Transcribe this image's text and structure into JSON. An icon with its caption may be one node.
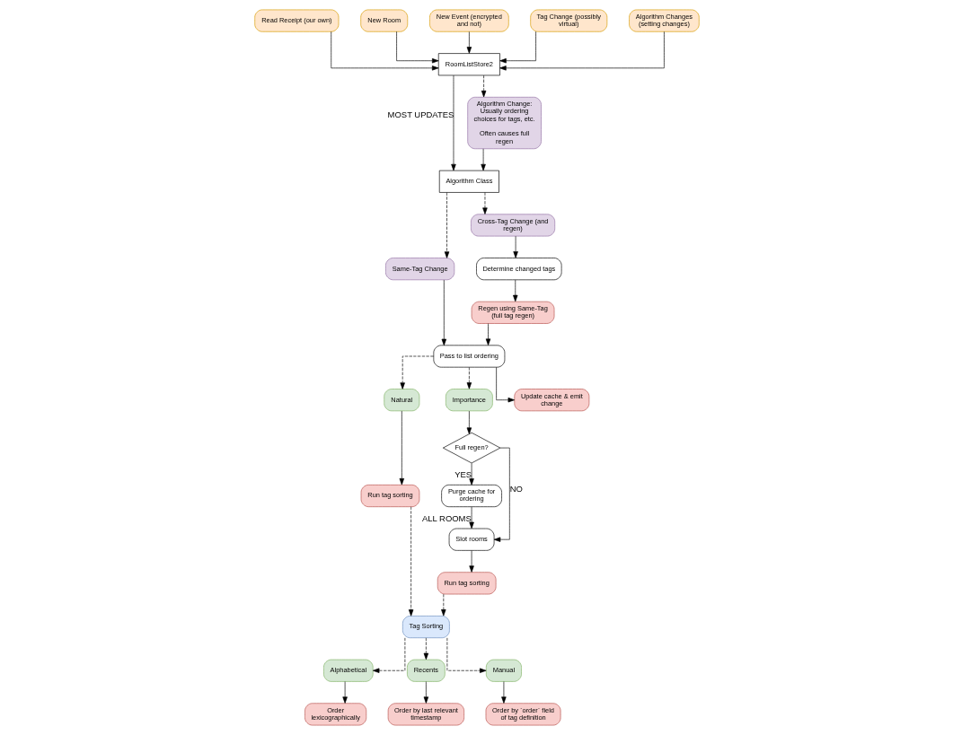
{
  "diagram": {
    "nodes": [
      {
        "text": [
          "Read Receipt (our own)"
        ]
      },
      {
        "text": [
          "New Room"
        ]
      },
      {
        "text": [
          "New Event (encrypted and not)"
        ]
      },
      {
        "text": [
          "Tag Change (possibly virtual)"
        ]
      },
      {
        "text": [
          "Algorithm Changes (setting changes)"
        ]
      },
      {
        "text": [
          "RoomListStore2"
        ]
      },
      {
        "text": [
          "Algorithm Class"
        ]
      },
      {
        "text": [
          "Algorithm Change: Usually ordering choices for tags, etc.",
          "Often causes full regen"
        ]
      },
      {
        "text": [
          "Same-Tag Change"
        ]
      },
      {
        "text": [
          "Cross-Tag Change (and regen)"
        ]
      },
      {
        "text": [
          "Pass to list ordering"
        ]
      },
      {
        "text": [
          "Determine changed tags"
        ]
      },
      {
        "text": [
          "Regen using Same-Tag (full tag regen)"
        ]
      },
      {
        "text": [
          "Natural"
        ]
      },
      {
        "text": [
          "Importance"
        ]
      },
      {
        "text": [
          "Update cache & emit change"
        ]
      },
      {
        "text": [
          "Run tag sorting"
        ]
      },
      {
        "text": [
          "Full regen?"
        ]
      },
      {
        "text": [
          "Purge cache for ordering"
        ]
      },
      {
        "text": [
          "Slot rooms"
        ]
      },
      {
        "text": [
          "Run tag sorting"
        ]
      },
      {
        "text": [
          "Tag Sorting"
        ]
      },
      {
        "text": [
          "Alphabetical"
        ]
      },
      {
        "text": [
          "Recents"
        ]
      },
      {
        "text": [
          "Manual"
        ]
      },
      {
        "text": [
          "Order lexicographically"
        ]
      },
      {
        "text": [
          "Order by last relevant timestamp"
        ]
      },
      {
        "text": [
          "Order by `order` field of tag definition"
        ]
      }
    ],
    "edges": [
      {
        "from": 0,
        "to": 5,
        "arrow": "to"
      },
      {
        "from": 1,
        "to": 5,
        "arrow": "to"
      },
      {
        "from": 2,
        "to": 5,
        "arrow": "to"
      },
      {
        "from": 3,
        "to": 5,
        "arrow": "to"
      },
      {
        "from": 4,
        "to": 5,
        "arrow": "to"
      },
      {
        "from": 5,
        "to": 7,
        "arrow": "to",
        "style": "dashed"
      },
      {
        "from": 5,
        "to": 6,
        "arrow": "to",
        "label": "MOST UPDATES"
      },
      {
        "from": 7,
        "to": 6,
        "arrow": "to"
      },
      {
        "from": 6,
        "to": 8,
        "arrow": "to",
        "style": "dashed"
      },
      {
        "from": 6,
        "to": 9,
        "arrow": "to",
        "style": "dashed"
      },
      {
        "from": 8,
        "to": 10,
        "arrow": "to"
      },
      {
        "from": 9,
        "to": 11,
        "arrow": "to"
      },
      {
        "from": 11,
        "to": 12,
        "arrow": "to"
      },
      {
        "from": 12,
        "to": 10,
        "arrow": "to"
      },
      {
        "from": 10,
        "to": 13,
        "arrow": "to",
        "style": "dashed"
      },
      {
        "from": 10,
        "to": 14,
        "arrow": "to",
        "style": "dashed"
      },
      {
        "from": 10,
        "to": 15,
        "arrow": "to"
      },
      {
        "from": 13,
        "to": 16,
        "arrow": "to"
      },
      {
        "from": 14,
        "to": 17,
        "arrow": "to"
      },
      {
        "from": 17,
        "to": 18,
        "arrow": "to",
        "label": "YES"
      },
      {
        "from": 17,
        "to": 19,
        "arrow": "to",
        "label": "NO"
      },
      {
        "from": 18,
        "to": 19,
        "arrow": "to",
        "label": "ALL ROOMS"
      },
      {
        "from": 19,
        "to": 20,
        "arrow": "to"
      },
      {
        "from": 20,
        "to": 21,
        "arrow": "to",
        "style": "dashed"
      },
      {
        "from": 16,
        "to": 21,
        "arrow": "to",
        "style": "dashed"
      },
      {
        "from": 21,
        "to": 22,
        "arrow": "to",
        "style": "dashed"
      },
      {
        "from": 21,
        "to": 23,
        "arrow": "to",
        "style": "dashed"
      },
      {
        "from": 21,
        "to": 24,
        "arrow": "to",
        "style": "dashed"
      },
      {
        "from": 22,
        "to": 25,
        "arrow": "to"
      },
      {
        "from": 23,
        "to": 26,
        "arrow": "to"
      },
      {
        "from": 24,
        "to": 27,
        "arrow": "to"
      }
    ]
  }
}
